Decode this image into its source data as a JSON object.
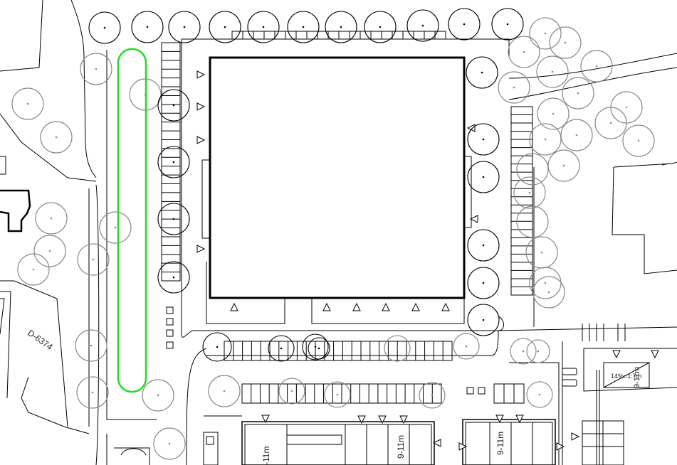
{
  "plan": {
    "labels": {
      "parcel": "D-6374",
      "slope": "14%=1:7m",
      "dim_a": "9-11m",
      "dim_b": "9-11m",
      "dim_c": "9-11m",
      "dim_d": "-11m"
    },
    "colors": {
      "background": "#ffffff",
      "linework": "#000000",
      "tree_dark": "#000000",
      "tree_light": "#8a8a8a",
      "highlight": "#22dd22"
    }
  }
}
